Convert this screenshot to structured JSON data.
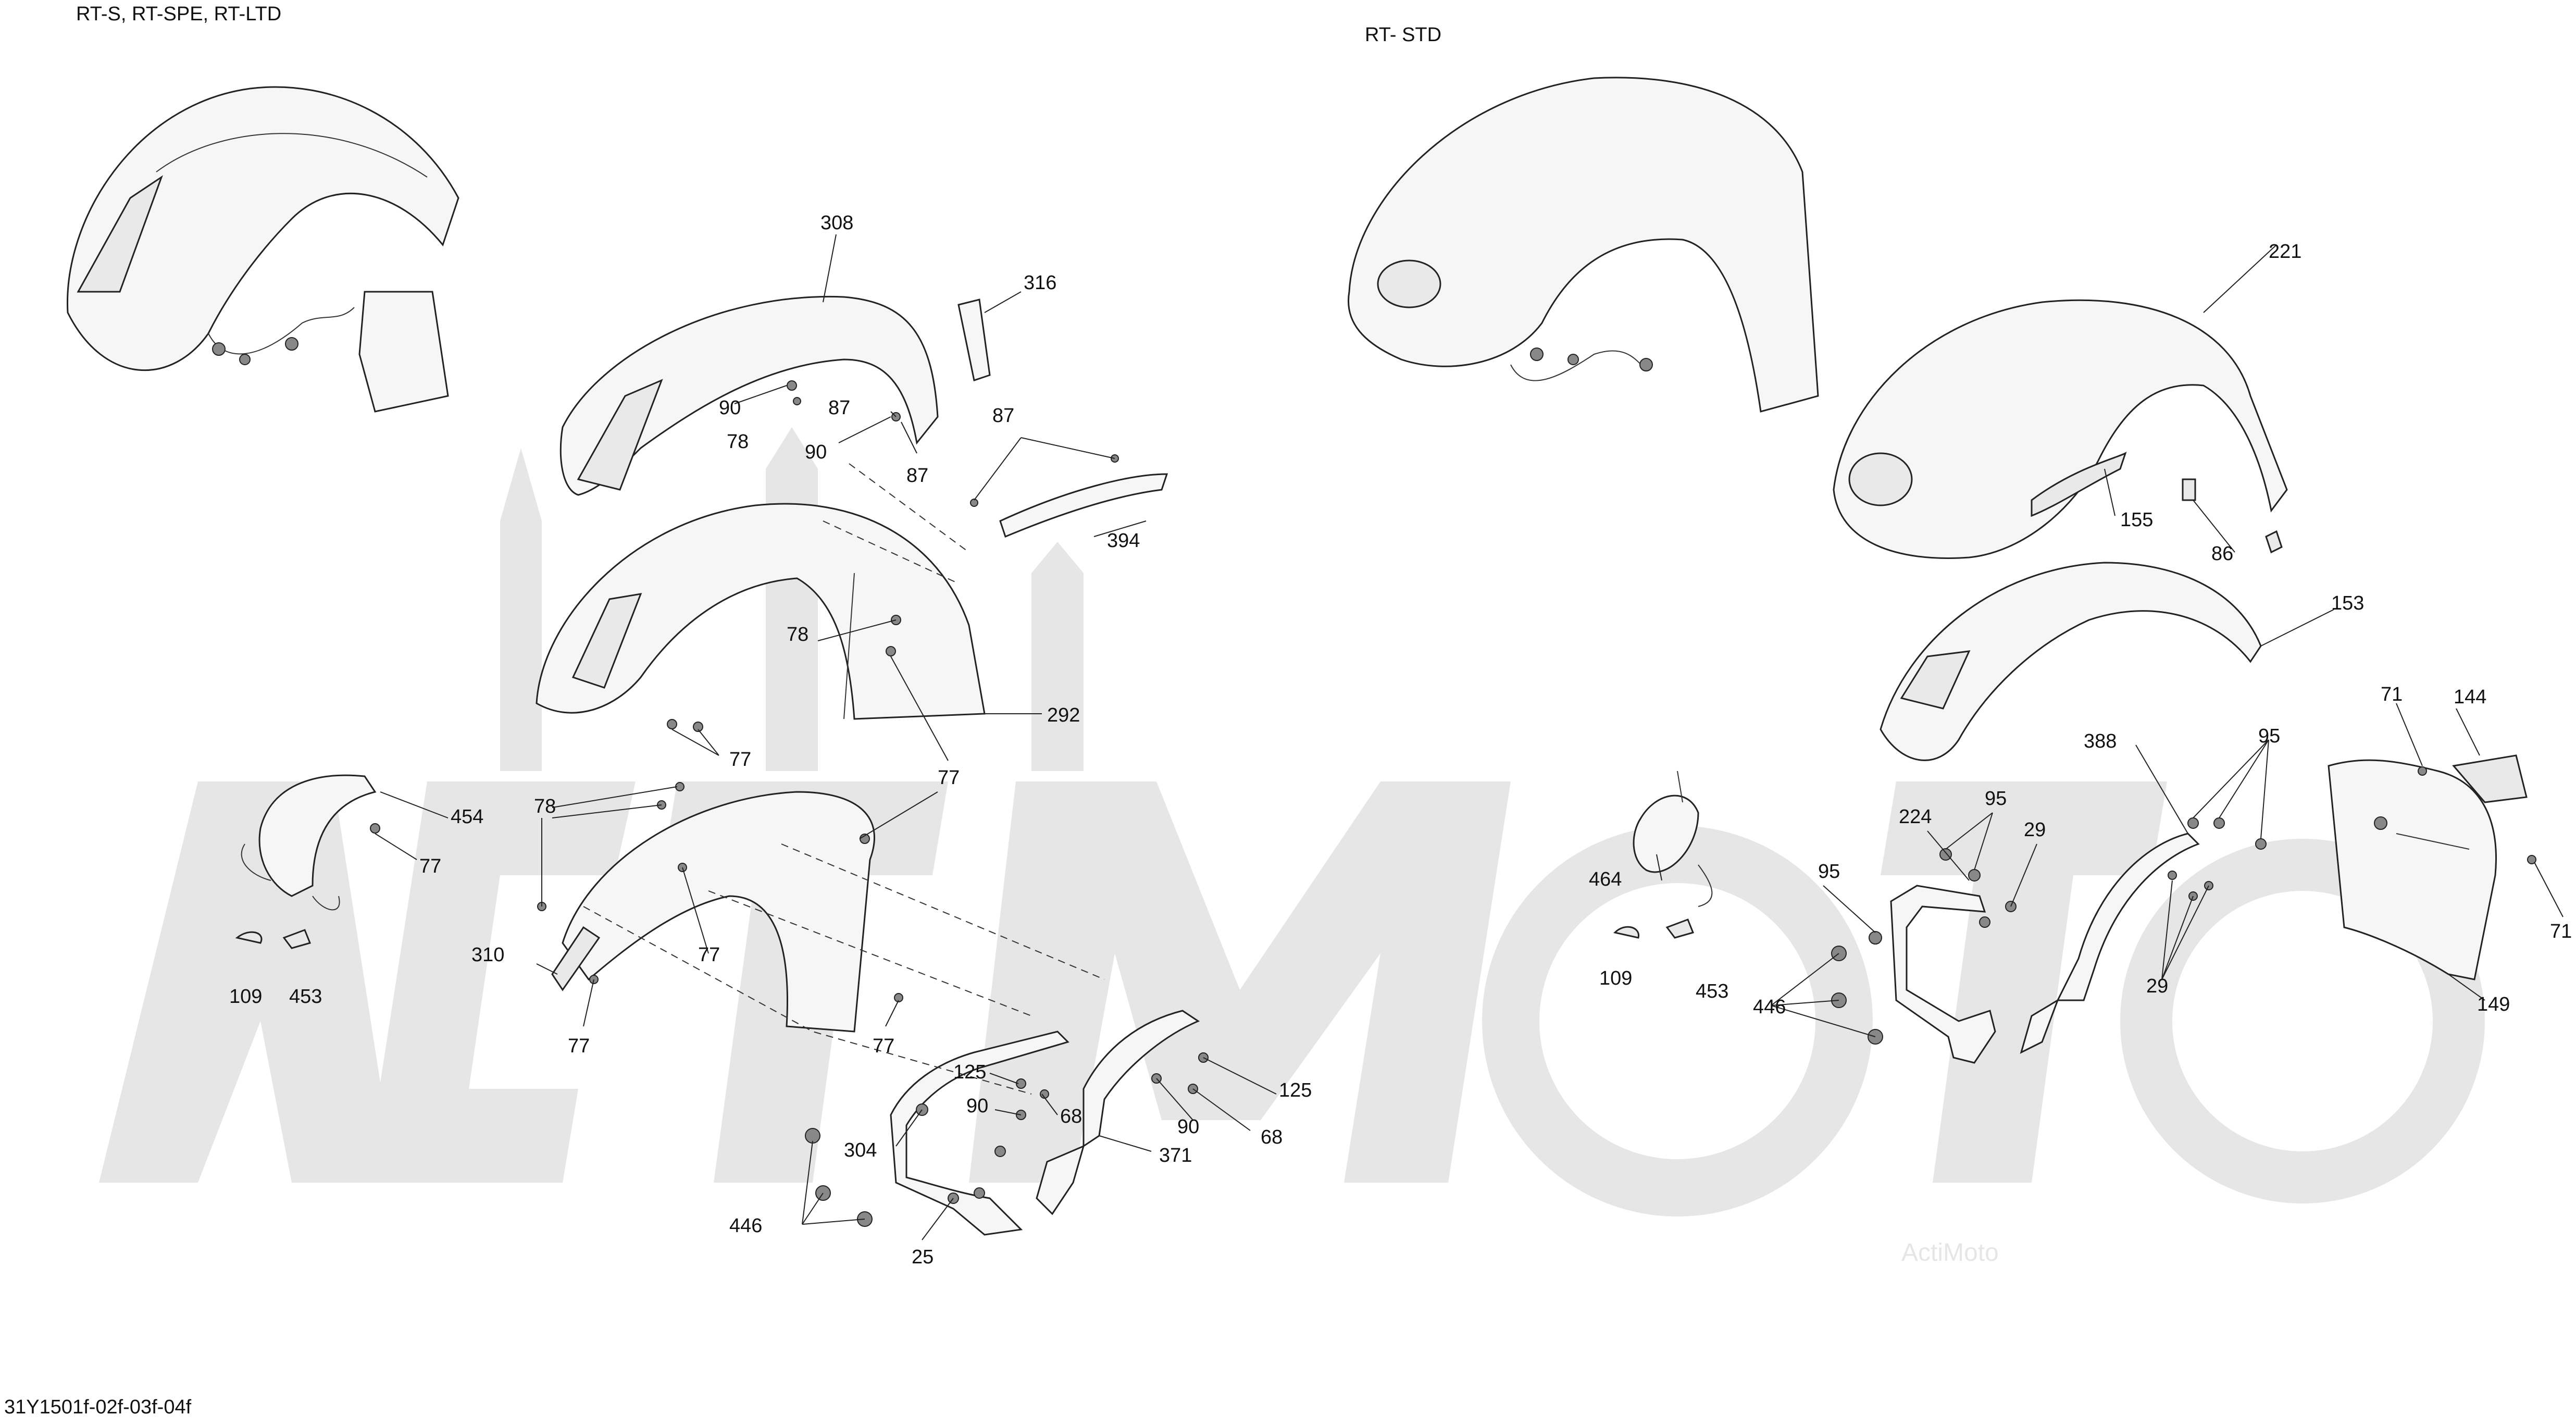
{
  "headers": {
    "left_variant": "RT-S, RT-SPE, RT-LTD",
    "right_variant": "RT- STD"
  },
  "footer": {
    "drawing_code": "31Y1501f-02f-03f-04f"
  },
  "watermark": {
    "text": "ActiMoto"
  },
  "callouts": {
    "c308": "308",
    "c316": "316",
    "c90a": "90",
    "c78a": "78",
    "c87a": "87",
    "c90b": "90",
    "c87b": "87",
    "c87c": "87",
    "c394": "394",
    "c78b": "78",
    "c77a": "77",
    "c292": "292",
    "c77b": "77",
    "c454": "454",
    "c77c": "77",
    "c109a": "109",
    "c453a": "453",
    "c78c": "78",
    "c310": "310",
    "c77d": "77",
    "c77e": "77",
    "c77f": "77",
    "c125a": "125",
    "c90c": "90",
    "c68a": "68",
    "c304": "304",
    "c446a": "446",
    "c25": "25",
    "c90d": "90",
    "c125b": "125",
    "c68b": "68",
    "c371": "371",
    "c221": "221",
    "c155": "155",
    "c86": "86",
    "c153": "153",
    "c71a": "71",
    "c144": "144",
    "c95a": "95",
    "c388": "388",
    "c224": "224",
    "c95b": "95",
    "c29a": "29",
    "c95c": "95",
    "c464": "464",
    "c109b": "109",
    "c453b": "453",
    "c446b": "446",
    "c29b": "29",
    "c149": "149",
    "c71b": "71"
  }
}
